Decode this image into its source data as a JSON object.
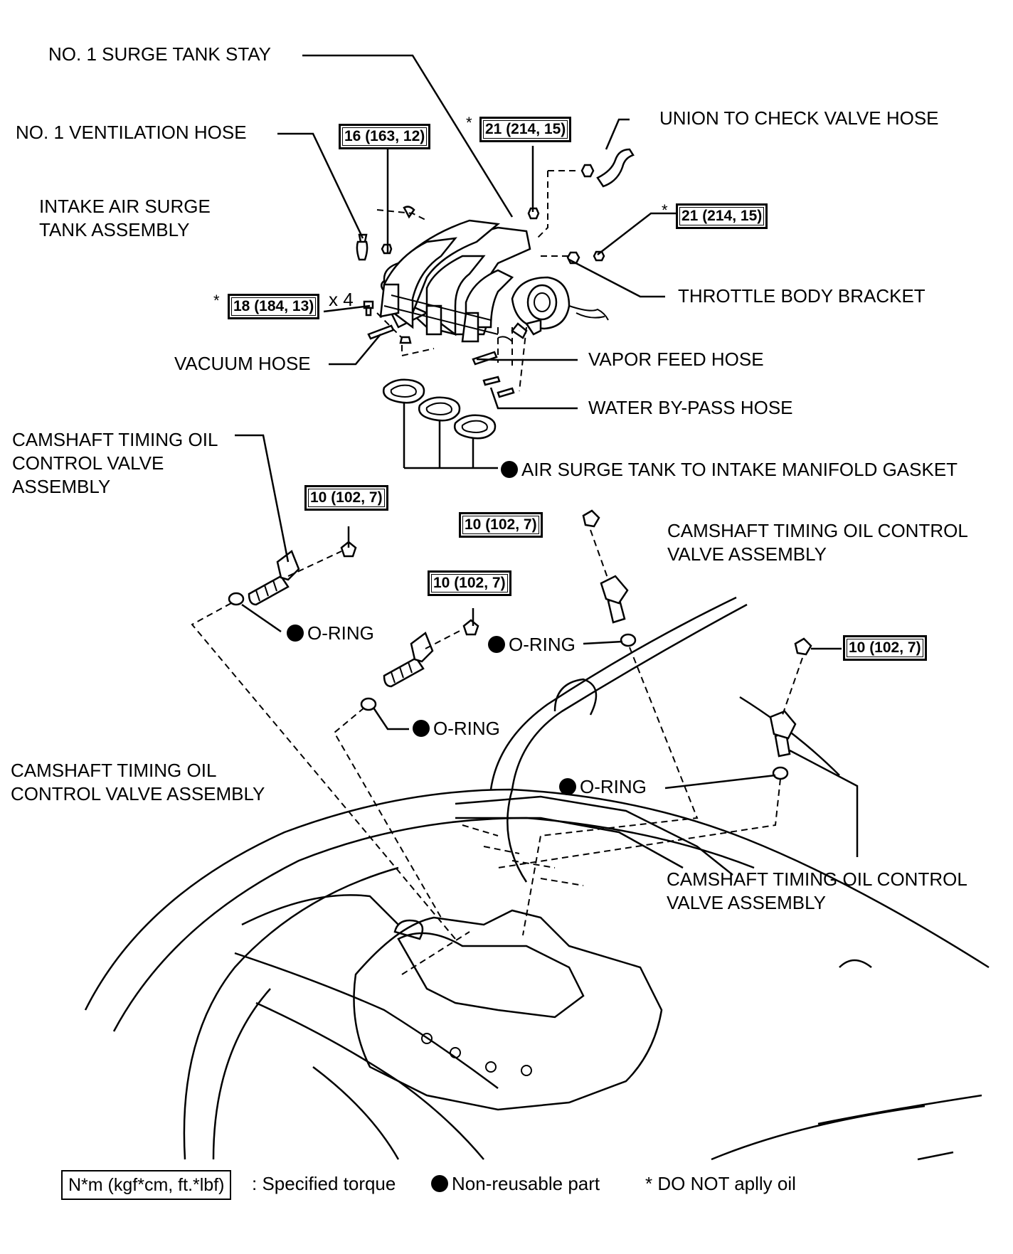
{
  "labels": {
    "surge_tank_stay": "NO. 1 SURGE TANK STAY",
    "ventilation_hose": "NO. 1 VENTILATION HOSE",
    "union_check_valve_hose": "UNION TO CHECK VALVE HOSE",
    "intake_air_surge_tank": "INTAKE AIR SURGE\nTANK ASSEMBLY",
    "throttle_body_bracket": "THROTTLE BODY BRACKET",
    "vacuum_hose": "VACUUM HOSE",
    "vapor_feed_hose": "VAPOR FEED HOSE",
    "water_bypass_hose": "WATER BY-PASS HOSE",
    "gasket": "AIR SURGE TANK TO INTAKE MANIFOLD GASKET",
    "ocv_left": "CAMSHAFT TIMING OIL\nCONTROL VALVE\nASSEMBLY",
    "ocv_right_top": "CAMSHAFT TIMING OIL CONTROL\nVALVE ASSEMBLY",
    "ocv_left_lower": "CAMSHAFT TIMING OIL\nCONTROL VALVE ASSEMBLY",
    "ocv_right_lower": "CAMSHAFT TIMING OIL CONTROL\nVALVE ASSEMBLY",
    "o_ring": "O-RING",
    "x4": "x 4"
  },
  "torque": {
    "surge_stay": "21 (214, 15)",
    "vent_bolt": "16 (163, 12)",
    "bracket": "21 (214, 15)",
    "manifold_bolts": "18 (184, 13)",
    "ocv_1": "10 (102, 7)",
    "ocv_2": "10 (102, 7)",
    "ocv_3": "10 (102, 7)",
    "ocv_4": "10 (102, 7)"
  },
  "markers": {
    "no_oil": "*"
  },
  "legend": {
    "torque_box": "N*m (kgf*cm, ft.*lbf)",
    "torque_text": ": Specified torque",
    "non_reusable": "Non-reusable part",
    "no_oil": "* DO NOT aplly oil"
  }
}
